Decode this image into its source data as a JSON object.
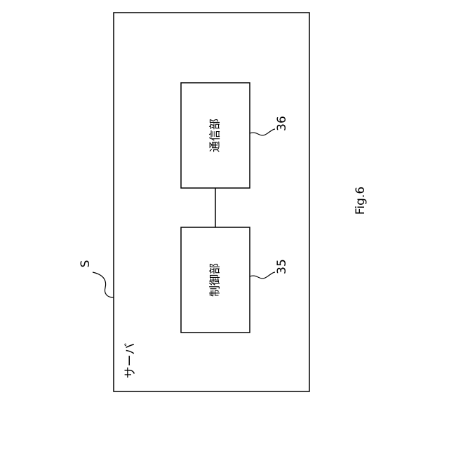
{
  "diagram": {
    "server_ref": "S",
    "server_label": "サーバ",
    "blocks": [
      {
        "label": "通信部",
        "ref": "36"
      },
      {
        "label": "制御部",
        "ref": "35"
      }
    ],
    "figure_label": "Fig.6"
  }
}
